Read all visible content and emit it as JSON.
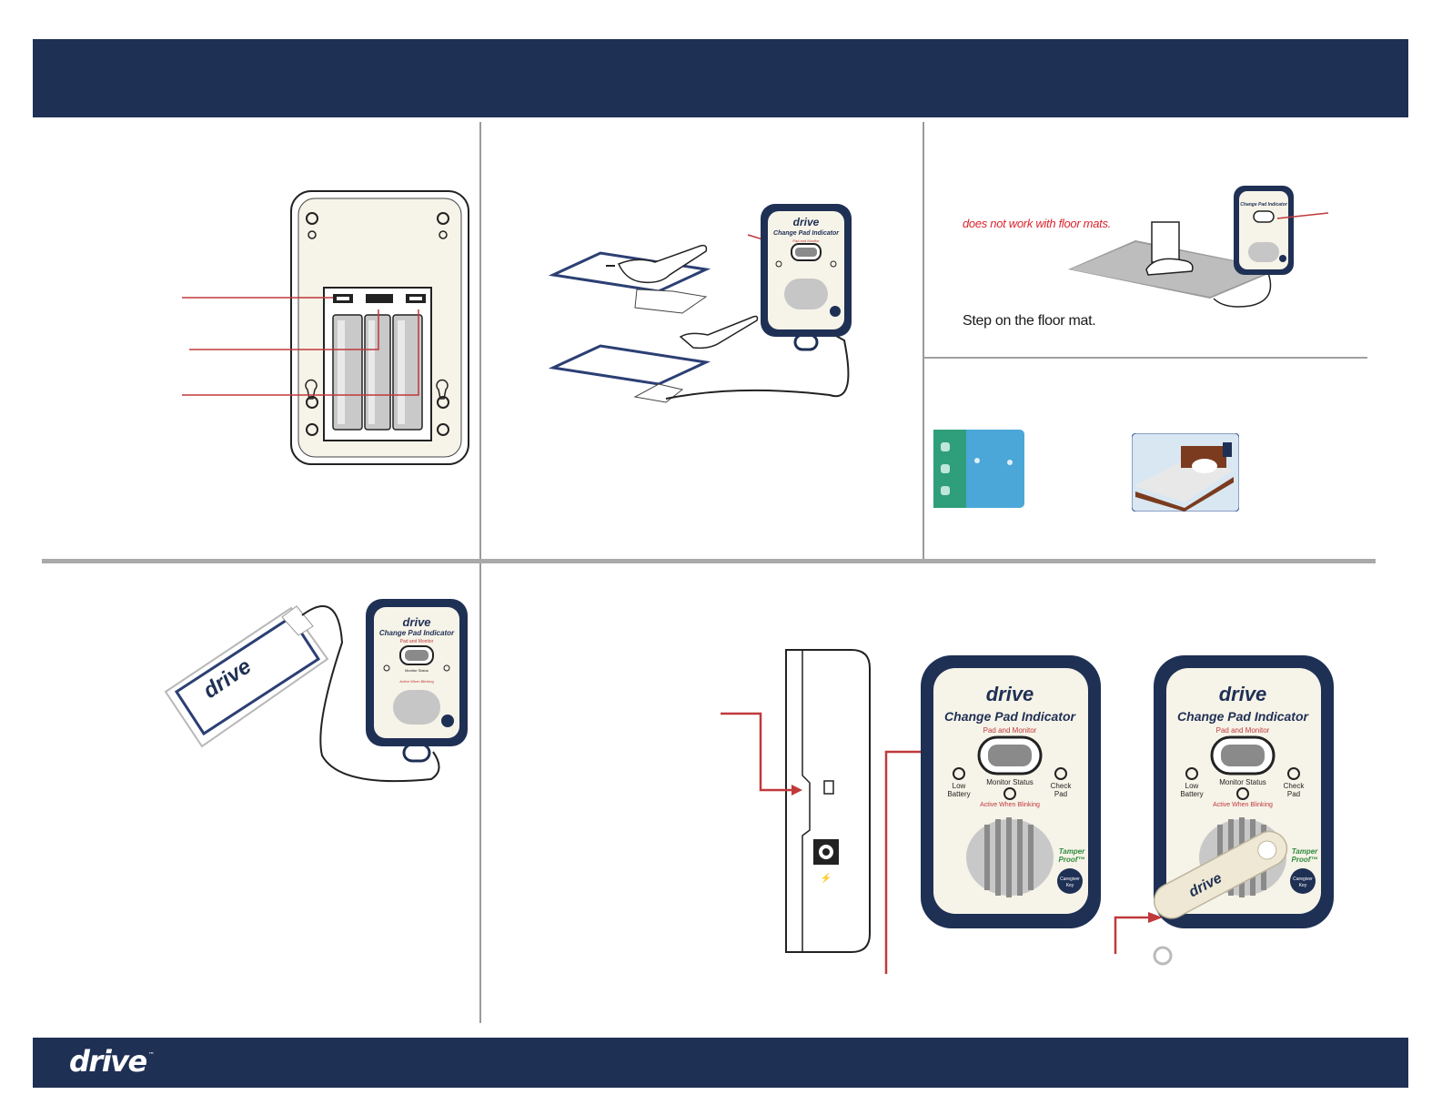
{
  "brand": {
    "logo": "drive",
    "trademark": "™"
  },
  "floor_mat": {
    "warning": "does not work with floor mats.",
    "instruction": "Step on the floor mat."
  },
  "monitor": {
    "brand": "drive",
    "title": "Change Pad Indicator",
    "subtitle": "Pad and Monitor",
    "low_battery": [
      "Low",
      "Battery"
    ],
    "check_pad": [
      "Check",
      "Pad"
    ],
    "status": "Monitor Status",
    "active": "Active When Blinking",
    "tamper": [
      "Tamper",
      "Proof™"
    ],
    "key_label": [
      "Caregiver",
      "Key"
    ]
  },
  "pad_logo": "drive",
  "key_logo": "drive",
  "colors": {
    "navy": "#1f3055",
    "accent_red": "#c0393b",
    "device_body": "#f6f3e8",
    "tamper_green": "#2e8b3e"
  }
}
